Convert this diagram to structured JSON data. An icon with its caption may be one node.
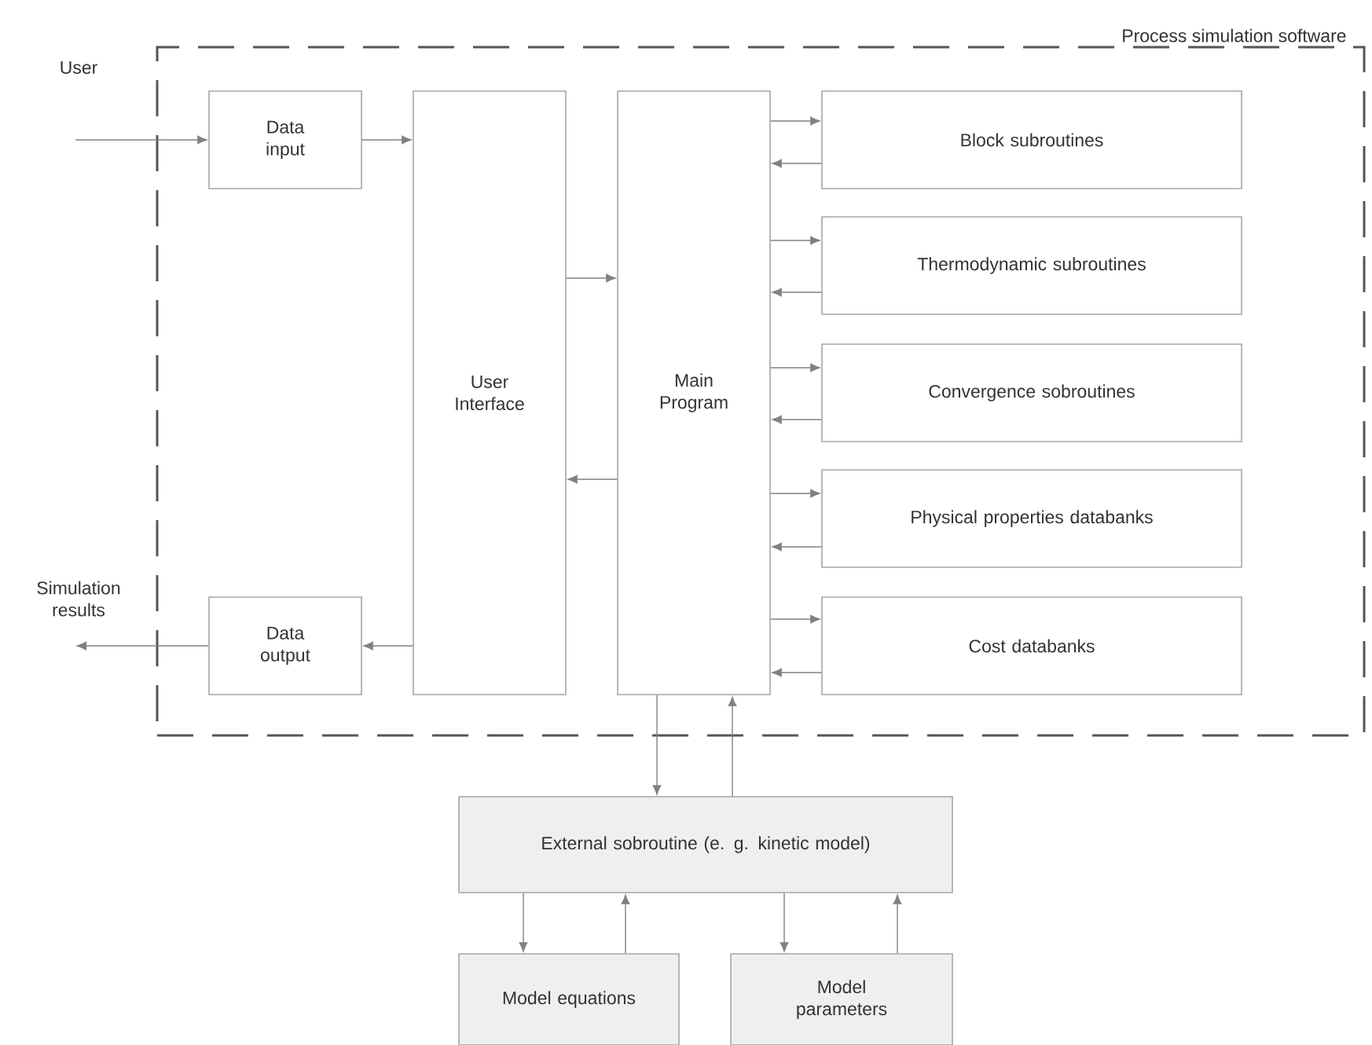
{
  "diagram": {
    "nodes": [
      {
        "text": [
          "Process simulation software"
        ]
      },
      {
        "text": [
          "User"
        ]
      },
      {
        "text": [
          "Data input"
        ],
        "in": 0
      },
      {
        "text": [
          "User Interface"
        ],
        "in": 0
      },
      {
        "text": [
          "Main Program"
        ],
        "in": 0
      },
      {
        "text": [
          "Block subroutines"
        ],
        "in": 0
      },
      {
        "text": [
          "Thermodynamic subroutines"
        ],
        "in": 0
      },
      {
        "text": [
          "Convergence sobroutines"
        ],
        "in": 0
      },
      {
        "text": [
          "Physical properties databanks"
        ],
        "in": 0
      },
      {
        "text": [
          "Cost databanks"
        ],
        "in": 0
      },
      {
        "text": [
          "Simulation results"
        ]
      },
      {
        "text": [
          "Data output"
        ],
        "in": 0
      },
      {
        "text": [
          "External sobroutine (e. g. kinetic model)"
        ]
      },
      {
        "text": [
          "Model equations"
        ]
      },
      {
        "text": [
          "Model parameters"
        ]
      }
    ],
    "edges": [
      {
        "from": 1,
        "to": 2,
        "arrow": "to"
      },
      {
        "from": 2,
        "to": 3,
        "arrow": "to"
      },
      {
        "from": 3,
        "to": 4,
        "arrow": "to"
      },
      {
        "from": 4,
        "to": 3,
        "arrow": "to"
      },
      {
        "from": 4,
        "to": 5,
        "arrow": "to"
      },
      {
        "from": 5,
        "to": 4,
        "arrow": "to"
      },
      {
        "from": 4,
        "to": 6,
        "arrow": "to"
      },
      {
        "from": 6,
        "to": 4,
        "arrow": "to"
      },
      {
        "from": 4,
        "to": 7,
        "arrow": "to"
      },
      {
        "from": 7,
        "to": 4,
        "arrow": "to"
      },
      {
        "from": 4,
        "to": 8,
        "arrow": "to"
      },
      {
        "from": 8,
        "to": 4,
        "arrow": "to"
      },
      {
        "from": 4,
        "to": 9,
        "arrow": "to"
      },
      {
        "from": 9,
        "to": 4,
        "arrow": "to"
      },
      {
        "from": 3,
        "to": 11,
        "arrow": "to"
      },
      {
        "from": 11,
        "to": 10,
        "arrow": "to"
      },
      {
        "from": 4,
        "to": 12,
        "arrow": "to"
      },
      {
        "from": 12,
        "to": 4,
        "arrow": "to"
      },
      {
        "from": 12,
        "to": 13,
        "arrow": "to"
      },
      {
        "from": 13,
        "to": 12,
        "arrow": "to"
      },
      {
        "from": 12,
        "to": 14,
        "arrow": "to"
      },
      {
        "from": 14,
        "to": 12,
        "arrow": "to"
      }
    ]
  }
}
